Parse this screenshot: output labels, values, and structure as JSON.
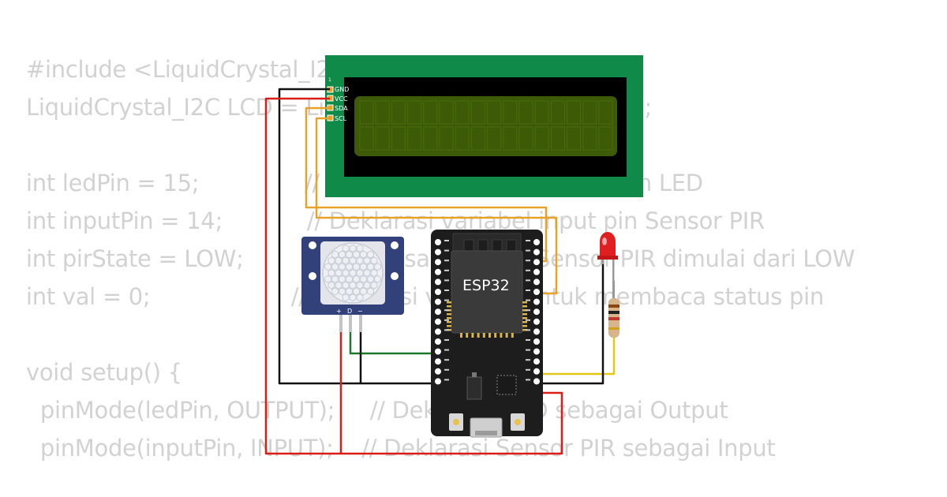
{
  "code_lines": [
    "#include <LiquidCrystal_I2C.h>",
    "LiquidCrystal_I2C LCD = LiquidCrystal_I2C(0x27, 16, 2);",
    "",
    "int ledPin = 15;               // Deklarasi variabel output pin LED",
    "int inputPin = 14;            // Deklarasi variabel input pin Sensor PIR",
    "int pirState = LOW;           // Pada saat mulai, Sensor PIR dimulai dari LOW",
    "int val = 0;                    // Deklarasi variabel untuk membaca status pin",
    "",
    "void setup() {",
    "  pinMode(ledPin, OUTPUT);     // Deklarasi LED sebagai Output",
    "  pinMode(inputPin, INPUT);    // Deklarasi Sensor PIR sebagai Input"
  ],
  "lcd": {
    "pin_index": "1",
    "pins": [
      "GND",
      "VCC",
      "SDA",
      "SCL"
    ]
  },
  "esp32": {
    "label": "ESP32"
  },
  "pir": {
    "pins": [
      "+",
      "D",
      "−"
    ]
  },
  "colors": {
    "code_text": "#d2d2d2",
    "lcd_pcb": "#0f8a48",
    "lcd_screen": "#3d5b07",
    "board": "#1d1d1d",
    "pir_pcb": "#32417a",
    "wire_red": "#d91e18",
    "wire_black": "#111111",
    "wire_green": "#1a7a2a",
    "wire_yellow": "#e3c81b",
    "wire_orange": "#e8a22a",
    "led": "#e02020"
  }
}
